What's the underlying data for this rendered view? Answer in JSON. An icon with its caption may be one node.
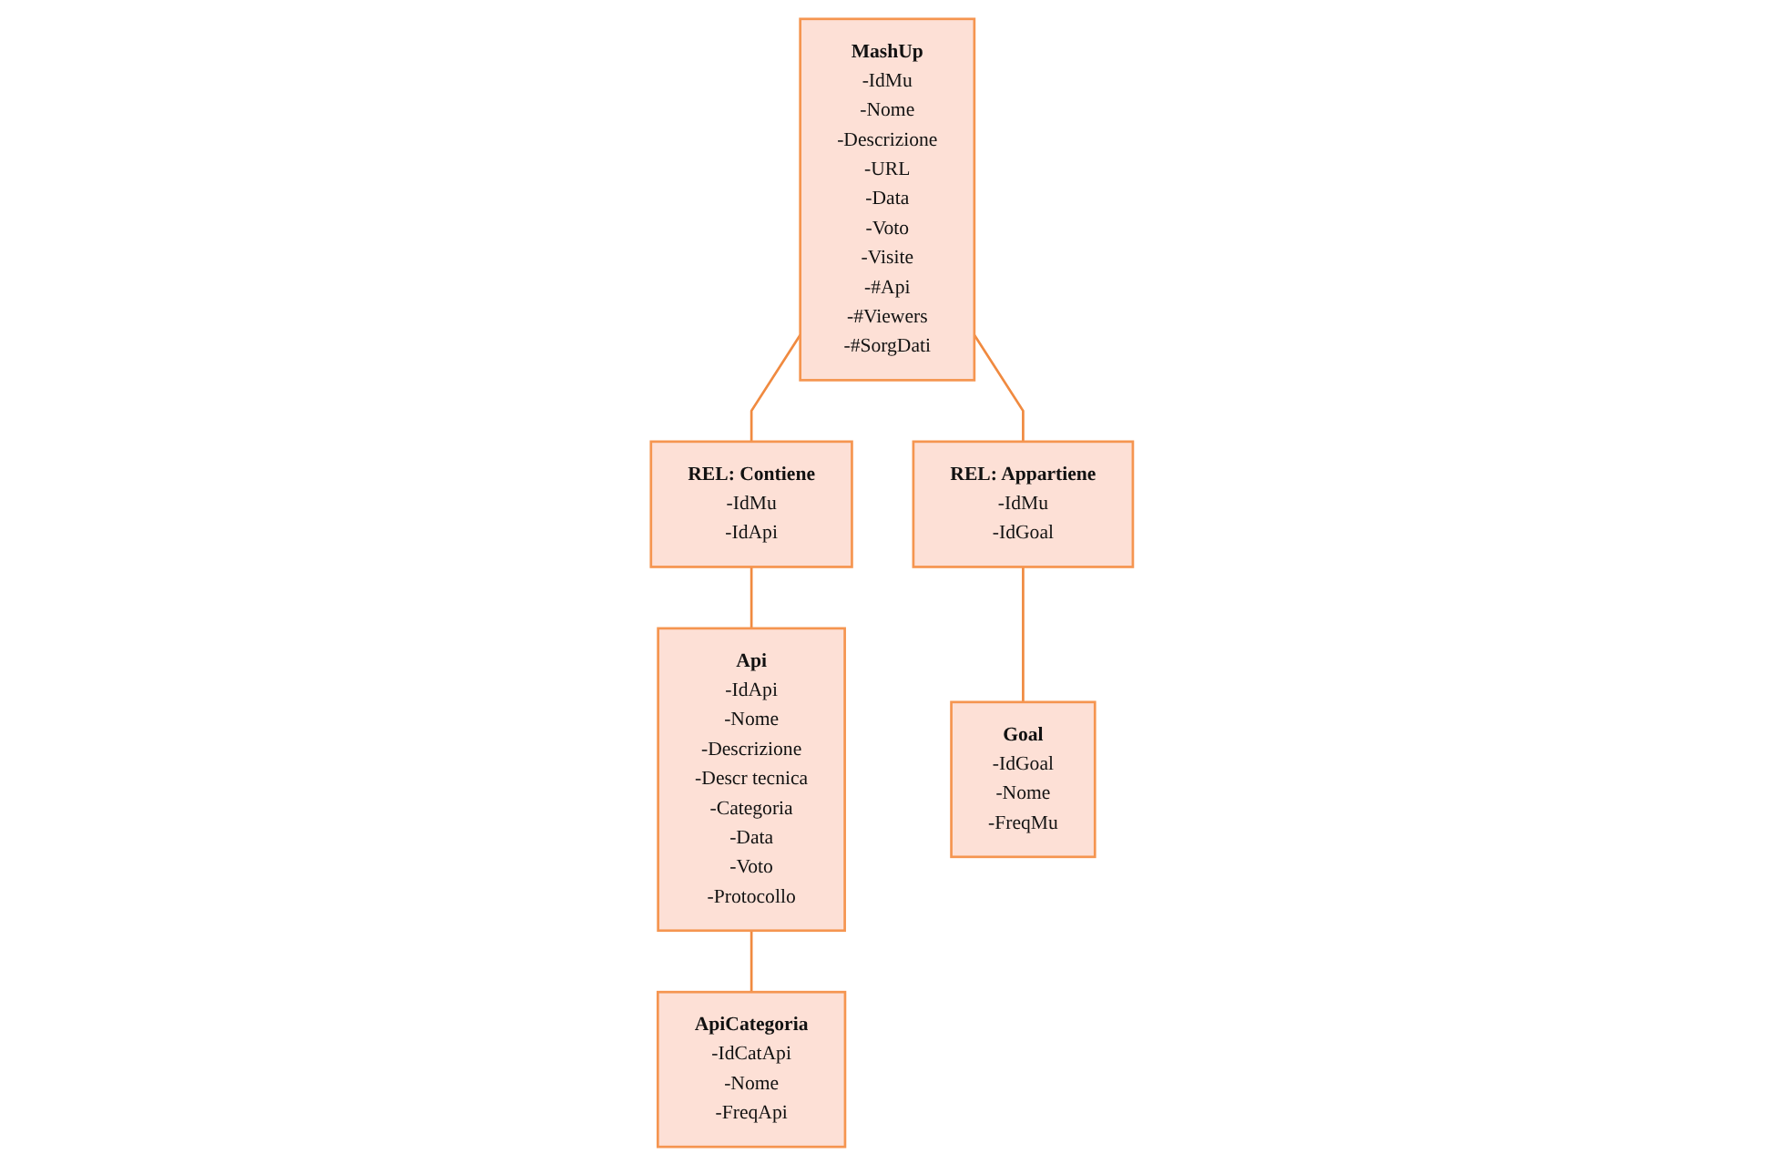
{
  "diagram": {
    "nodes": [
      {
        "text": [
          "MashUp",
          "-IdMu",
          "-Nome",
          "-Descrizione",
          "-URL",
          "-Data",
          "-Voto",
          "-Visite",
          "-#Api",
          "-#Viewers",
          "-#SorgDati"
        ]
      },
      {
        "text": [
          "REL: Contiene",
          "-IdMu",
          "-IdApi"
        ]
      },
      {
        "text": [
          "REL: Appartiene",
          "-IdMu",
          "-IdGoal"
        ]
      },
      {
        "text": [
          "Api",
          "-IdApi",
          "-Nome",
          "-Descrizione",
          "-Descr tecnica",
          "-Categoria",
          "-Data",
          "-Voto",
          "-Protocollo"
        ]
      },
      {
        "text": [
          "ApiCategoria",
          "-IdCatApi",
          "-Nome",
          "-FreqApi"
        ]
      },
      {
        "text": [
          "Goal",
          "-IdGoal",
          "-Nome",
          "-FreqMu"
        ]
      }
    ],
    "edges": [
      {
        "from": 0,
        "to": 1,
        "arrow": "none"
      },
      {
        "from": 0,
        "to": 2,
        "arrow": "none"
      },
      {
        "from": 1,
        "to": 3,
        "arrow": "none"
      },
      {
        "from": 3,
        "to": 4,
        "arrow": "none"
      },
      {
        "from": 2,
        "to": 5,
        "arrow": "none"
      }
    ]
  }
}
